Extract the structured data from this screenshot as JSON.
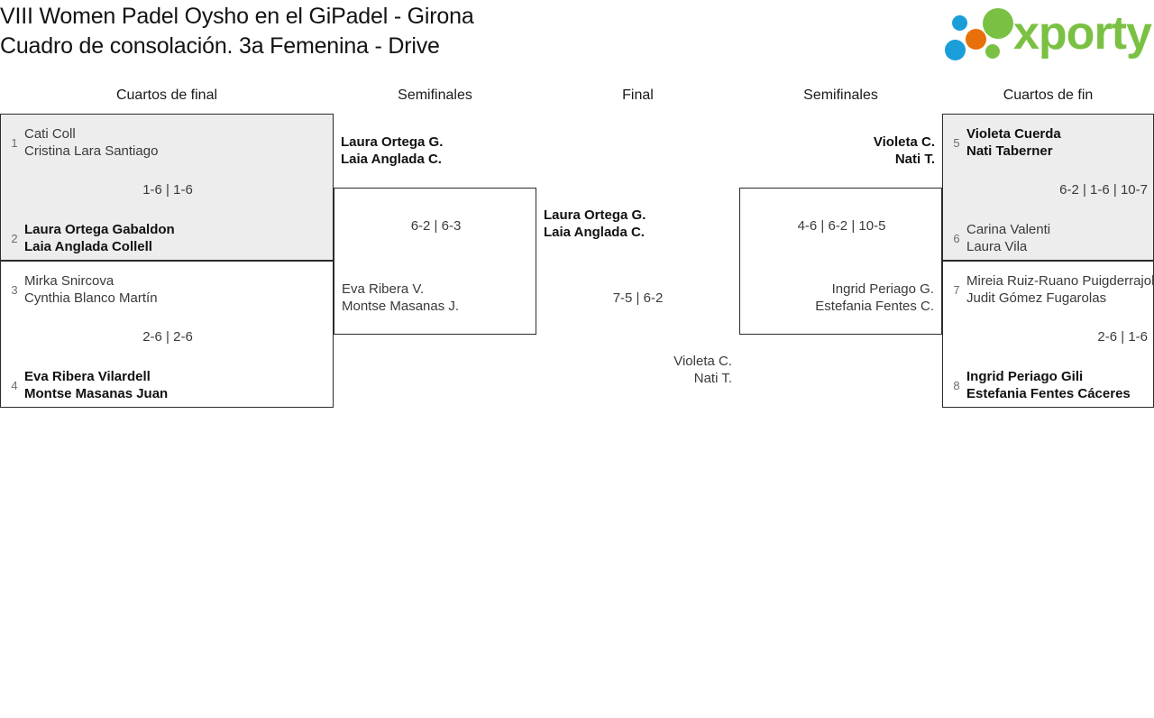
{
  "header": {
    "title_line1": "VIII Women Padel Oysho en el GiPadel - Girona",
    "title_line2": "Cuadro de consolación. 3a Femenina - Drive",
    "logo_text": "xporty",
    "logo_colors": {
      "green": "#7ac143",
      "blue": "#1b9dd9",
      "orange": "#e8700a"
    }
  },
  "rounds": [
    {
      "id": "qf-left",
      "label": "Cuartos de final"
    },
    {
      "id": "sf-left",
      "label": "Semifinales"
    },
    {
      "id": "final",
      "label": "Final"
    },
    {
      "id": "sf-right",
      "label": "Semifinales"
    },
    {
      "id": "qf-right",
      "label": "Cuartos de fin"
    }
  ],
  "matches": {
    "qf1": {
      "top": {
        "seed": "1",
        "line1": "Cati Coll",
        "line2": "Cristina Lara Santiago",
        "winner": false
      },
      "bottom": {
        "seed": "2",
        "line1": "Laura Ortega Gabaldon",
        "line2": "Laia Anglada Collell",
        "winner": true
      },
      "score": "1-6 | 1-6"
    },
    "qf2": {
      "top": {
        "seed": "3",
        "line1": "Mirka Snircova",
        "line2": "Cynthia Blanco Martín",
        "winner": false
      },
      "bottom": {
        "seed": "4",
        "line1": "Eva Ribera Vilardell",
        "line2": "Montse Masanas Juan",
        "winner": true
      },
      "score": "2-6 | 2-6"
    },
    "qf3": {
      "top": {
        "seed": "5",
        "line1": "Violeta Cuerda",
        "line2": "Nati Taberner",
        "winner": true
      },
      "bottom": {
        "seed": "6",
        "line1": "Carina Valenti",
        "line2": "Laura Vila",
        "winner": false
      },
      "score": "6-2 | 1-6 | 10-7"
    },
    "qf4": {
      "top": {
        "seed": "7",
        "line1": "Mireia Ruiz-Ruano Puigderrajols",
        "line2": "Judit Gómez Fugarolas",
        "winner": false
      },
      "bottom": {
        "seed": "8",
        "line1": "Ingrid Periago Gili",
        "line2": "Estefania Fentes Cáceres",
        "winner": true
      },
      "score": "2-6 | 1-6"
    },
    "sf1": {
      "top": {
        "line1": "Laura Ortega G.",
        "line2": "Laia Anglada C.",
        "winner": true
      },
      "bottom": {
        "line1": "Eva Ribera V.",
        "line2": "Montse Masanas J.",
        "winner": false
      },
      "score": "6-2 | 6-3"
    },
    "sf2": {
      "top": {
        "line1": "Violeta C.",
        "line2": "Nati T.",
        "winner": true
      },
      "bottom": {
        "line1": "Ingrid Periago G.",
        "line2": "Estefania Fentes C.",
        "winner": false
      },
      "score": "4-6 | 6-2 | 10-5"
    },
    "final": {
      "top": {
        "line1": "Laura Ortega G.",
        "line2": "Laia Anglada C.",
        "winner": true
      },
      "bottom": {
        "line1": "Violeta C.",
        "line2": "Nati T.",
        "winner": false
      },
      "score": "7-5 | 6-2"
    }
  }
}
